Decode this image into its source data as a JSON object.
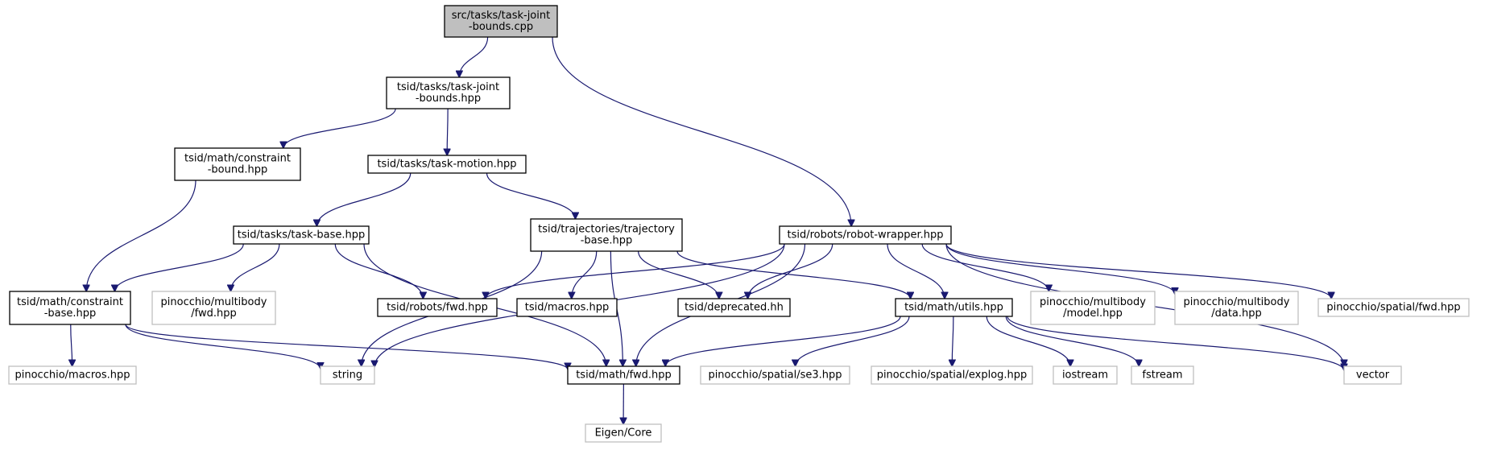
{
  "colors": {
    "edge": "#191970",
    "root_fill": "#bfbfbf",
    "internal_border": "#000000",
    "external_border": "#bfbfbf",
    "background": "#ffffff"
  },
  "nodes": [
    {
      "id": "root",
      "lines": [
        "src/tasks/task-joint",
        "-bounds.cpp"
      ],
      "kind": "root"
    },
    {
      "id": "tjb_hpp",
      "lines": [
        "tsid/tasks/task-joint",
        "-bounds.hpp"
      ],
      "kind": "internal"
    },
    {
      "id": "cbound",
      "lines": [
        "tsid/math/constraint",
        "-bound.hpp"
      ],
      "kind": "internal"
    },
    {
      "id": "tmotion",
      "lines": [
        "tsid/tasks/task-motion.hpp"
      ],
      "kind": "internal"
    },
    {
      "id": "tbase",
      "lines": [
        "tsid/tasks/task-base.hpp"
      ],
      "kind": "internal"
    },
    {
      "id": "trajbase",
      "lines": [
        "tsid/trajectories/trajectory",
        "-base.hpp"
      ],
      "kind": "internal"
    },
    {
      "id": "robotwrap",
      "lines": [
        "tsid/robots/robot-wrapper.hpp"
      ],
      "kind": "internal"
    },
    {
      "id": "cbase",
      "lines": [
        "tsid/math/constraint",
        "-base.hpp"
      ],
      "kind": "internal"
    },
    {
      "id": "pmbfwd",
      "lines": [
        "pinocchio/multibody",
        "/fwd.hpp"
      ],
      "kind": "external"
    },
    {
      "id": "robotsfwd",
      "lines": [
        "tsid/robots/fwd.hpp"
      ],
      "kind": "internal"
    },
    {
      "id": "macros",
      "lines": [
        "tsid/macros.hpp"
      ],
      "kind": "internal"
    },
    {
      "id": "deprecated",
      "lines": [
        "tsid/deprecated.hh"
      ],
      "kind": "internal"
    },
    {
      "id": "utils",
      "lines": [
        "tsid/math/utils.hpp"
      ],
      "kind": "internal"
    },
    {
      "id": "pmbmodel",
      "lines": [
        "pinocchio/multibody",
        "/model.hpp"
      ],
      "kind": "external"
    },
    {
      "id": "pmbdata",
      "lines": [
        "pinocchio/multibody",
        "/data.hpp"
      ],
      "kind": "external"
    },
    {
      "id": "pspfwd",
      "lines": [
        "pinocchio/spatial/fwd.hpp"
      ],
      "kind": "external"
    },
    {
      "id": "pmacros",
      "lines": [
        "pinocchio/macros.hpp"
      ],
      "kind": "external"
    },
    {
      "id": "string",
      "lines": [
        "string"
      ],
      "kind": "external"
    },
    {
      "id": "mathfwd",
      "lines": [
        "tsid/math/fwd.hpp"
      ],
      "kind": "internal"
    },
    {
      "id": "pse3",
      "lines": [
        "pinocchio/spatial/se3.hpp"
      ],
      "kind": "external"
    },
    {
      "id": "pexplog",
      "lines": [
        "pinocchio/spatial/explog.hpp"
      ],
      "kind": "external"
    },
    {
      "id": "iostream",
      "lines": [
        "iostream"
      ],
      "kind": "external"
    },
    {
      "id": "fstream",
      "lines": [
        "fstream"
      ],
      "kind": "external"
    },
    {
      "id": "vector",
      "lines": [
        "vector"
      ],
      "kind": "external"
    },
    {
      "id": "eigencore",
      "lines": [
        "Eigen/Core"
      ],
      "kind": "external"
    }
  ],
  "edges": [
    [
      "root",
      "tjb_hpp"
    ],
    [
      "root",
      "robotwrap"
    ],
    [
      "tjb_hpp",
      "cbound"
    ],
    [
      "tjb_hpp",
      "tmotion"
    ],
    [
      "cbound",
      "cbase"
    ],
    [
      "tmotion",
      "tbase"
    ],
    [
      "tmotion",
      "trajbase"
    ],
    [
      "tbase",
      "cbase"
    ],
    [
      "tbase",
      "pmbfwd"
    ],
    [
      "tbase",
      "robotsfwd"
    ],
    [
      "tbase",
      "mathfwd"
    ],
    [
      "trajbase",
      "string"
    ],
    [
      "trajbase",
      "macros"
    ],
    [
      "trajbase",
      "deprecated"
    ],
    [
      "trajbase",
      "mathfwd"
    ],
    [
      "trajbase",
      "utils"
    ],
    [
      "robotwrap",
      "robotsfwd"
    ],
    [
      "robotwrap",
      "deprecated"
    ],
    [
      "robotwrap",
      "string"
    ],
    [
      "robotwrap",
      "mathfwd"
    ],
    [
      "robotwrap",
      "utils"
    ],
    [
      "robotwrap",
      "pmbmodel"
    ],
    [
      "robotwrap",
      "pmbdata"
    ],
    [
      "robotwrap",
      "pspfwd"
    ],
    [
      "robotwrap",
      "vector"
    ],
    [
      "cbase",
      "pmacros"
    ],
    [
      "cbase",
      "string"
    ],
    [
      "cbase",
      "mathfwd"
    ],
    [
      "utils",
      "mathfwd"
    ],
    [
      "utils",
      "pse3"
    ],
    [
      "utils",
      "pexplog"
    ],
    [
      "utils",
      "iostream"
    ],
    [
      "utils",
      "fstream"
    ],
    [
      "utils",
      "vector"
    ],
    [
      "mathfwd",
      "eigencore"
    ]
  ]
}
